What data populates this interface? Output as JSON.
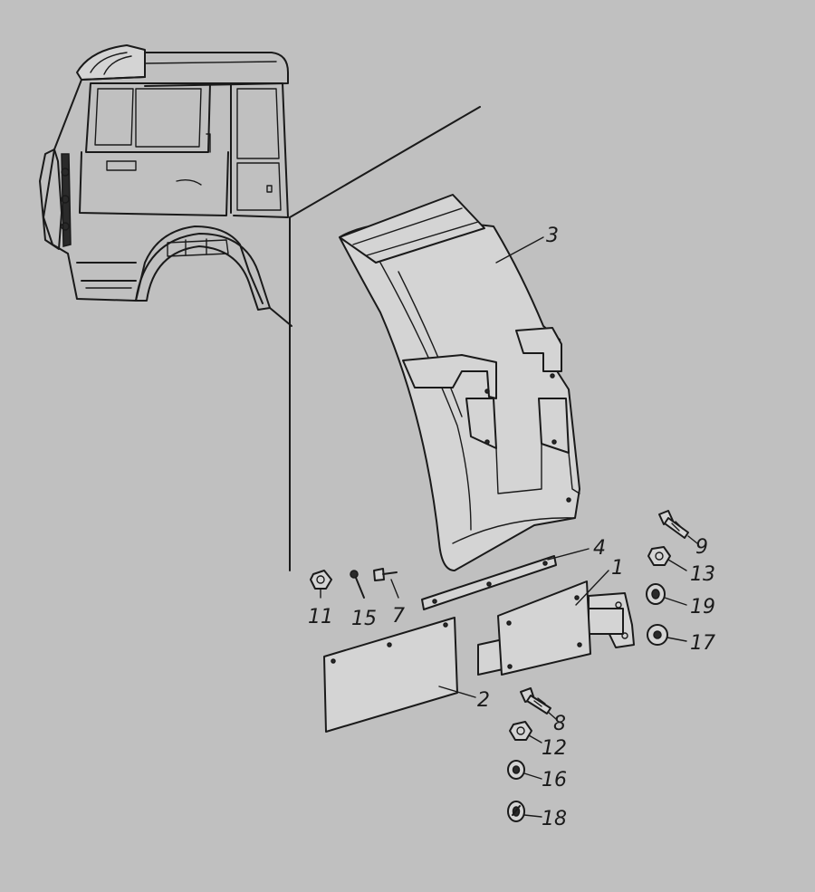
{
  "diagram": {
    "background": "#c0c0c0",
    "line_color": "#1a1a1a",
    "callouts": {
      "n1": "1",
      "n2": "2",
      "n3": "3",
      "n4": "4",
      "n7": "7",
      "n8": "8",
      "n9": "9",
      "n11": "11",
      "n12": "12",
      "n13": "13",
      "n15": "15",
      "n16": "16",
      "n17": "17",
      "n18": "18",
      "n19": "19"
    }
  }
}
